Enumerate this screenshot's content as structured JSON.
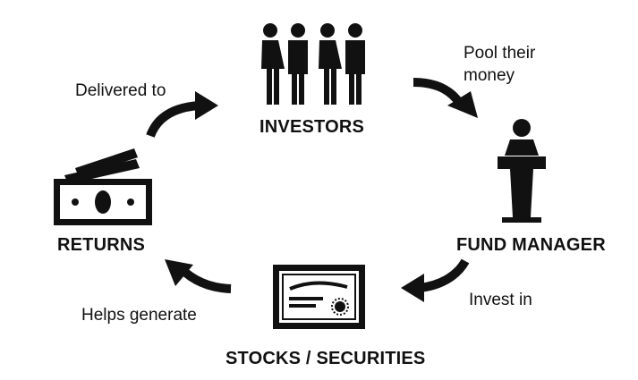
{
  "nodes": {
    "investors": {
      "label": "INVESTORS",
      "icon": "people-group-icon"
    },
    "fund_manager": {
      "label": "FUND MANAGER",
      "icon": "podium-speaker-icon"
    },
    "stocks": {
      "label": "STOCKS / SECURITIES",
      "icon": "certificate-icon"
    },
    "returns": {
      "label": "RETURNS",
      "icon": "banknotes-icon"
    }
  },
  "edges": {
    "pool": {
      "line1": "Pool their",
      "line2": "money"
    },
    "invest": {
      "label": "Invest in"
    },
    "generate": {
      "label": "Helps generate"
    },
    "delivered": {
      "label": "Delivered to"
    }
  },
  "colors": {
    "ink": "#111111",
    "background": "#ffffff"
  }
}
